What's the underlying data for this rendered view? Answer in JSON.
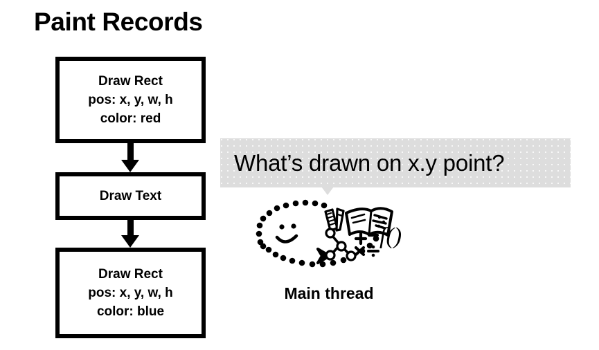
{
  "slide": {
    "title": "Paint Records",
    "background_color": "#ffffff",
    "text_color": "#000000"
  },
  "paint_records": {
    "boxes": [
      {
        "name": "draw-rect-red",
        "lines": [
          "Draw Rect",
          "pos: x, y, w, h",
          "color: red"
        ]
      },
      {
        "name": "draw-text",
        "lines": [
          "Draw Text"
        ]
      },
      {
        "name": "draw-rect-blue",
        "lines": [
          "Draw Rect",
          "pos: x, y, w, h",
          "color: blue"
        ]
      }
    ],
    "arrows": [
      {
        "name": "arrow-1",
        "direction": "down"
      },
      {
        "name": "arrow-2",
        "direction": "down"
      }
    ]
  },
  "speech_bubble": {
    "text": "What’s drawn on x.y point?",
    "fill_color": "#dddddd",
    "tail": "down"
  },
  "main_thread": {
    "label": "Main thread",
    "doodle_elements": [
      "dotted-oval",
      "smiley-face",
      "ruler",
      "pencil",
      "open-book",
      "tree-graph",
      "math-symbols",
      "function-notation",
      "chevron-arrow"
    ],
    "math_symbols": [
      "+",
      "−",
      "×",
      "÷"
    ],
    "function_notation": "f()"
  }
}
